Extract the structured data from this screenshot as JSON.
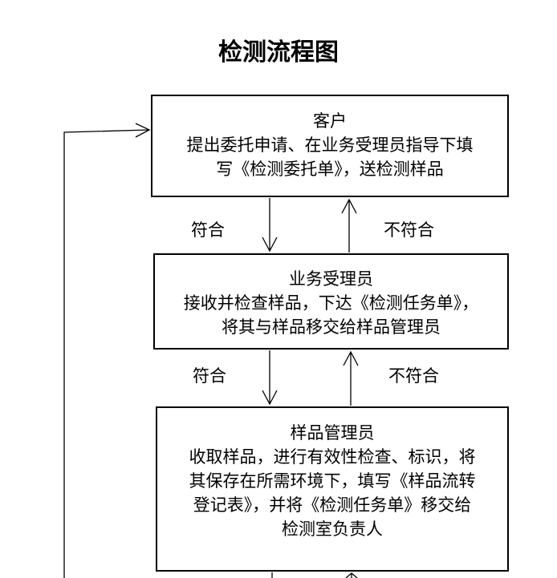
{
  "title": "检测流程图",
  "nodes": {
    "customer": {
      "lines": [
        "客户",
        "提出委托申请、在业务受理员指导下填",
        "写《检测委托单》，送检测样品"
      ]
    },
    "receptionist": {
      "lines": [
        "业务受理员",
        "接收并检查样品，下达《检测任务单》，",
        "将其与样品移交给样品管理员"
      ]
    },
    "sample_manager": {
      "lines": [
        "样品管理员",
        "收取样品，进行有效性检查、标识，将",
        "其保存在所需环境下，填写《样品流转",
        "登记表》，并将《检测任务单》移交给",
        "检测室负责人"
      ]
    }
  },
  "edges": {
    "e1_pass": "符合",
    "e1_fail": "不符合",
    "e2_pass": "符合",
    "e2_fail": "不符合"
  }
}
